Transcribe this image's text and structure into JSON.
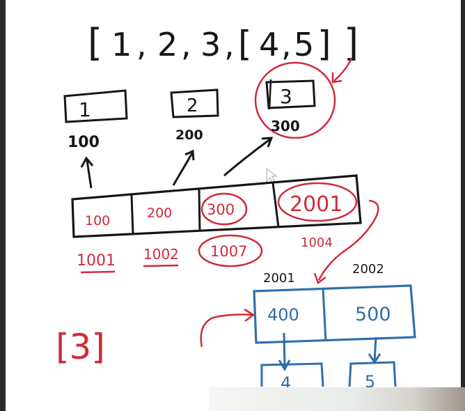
{
  "title": {
    "open_bracket": "[",
    "items": [
      "1",
      ",",
      "2",
      ",",
      "3",
      ",",
      "[",
      "4",
      ",",
      "5",
      "]"
    ],
    "close_bracket": "]"
  },
  "objects": [
    {
      "value": "1",
      "address": "100"
    },
    {
      "value": "2",
      "address": "200"
    },
    {
      "value": "3",
      "address": "300"
    }
  ],
  "outer_list": {
    "cells": [
      "100",
      "200",
      "300",
      "2001"
    ],
    "addresses": [
      "1001",
      "1002",
      "1007",
      "1004"
    ]
  },
  "inner_list": {
    "cells": [
      "400",
      "500"
    ],
    "addresses": [
      "2001",
      "2002"
    ],
    "children": [
      "4",
      "5"
    ]
  },
  "side_note": "[3]",
  "colors": {
    "black_ink": "#161616",
    "red_ink": "#cf2a3a",
    "blue_ink": "#2f6fa8",
    "background": "#ffffff"
  }
}
